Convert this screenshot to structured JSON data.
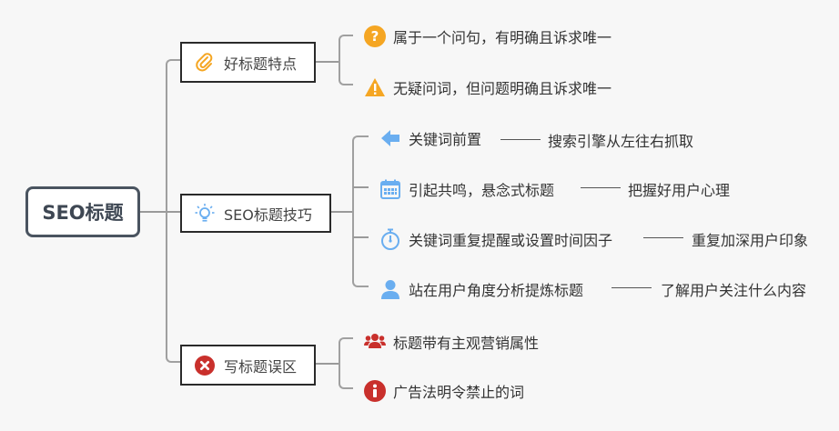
{
  "root": {
    "label": "SEO标题"
  },
  "branches": [
    {
      "label": "好标题特点",
      "icon": "paperclip-icon",
      "leaves": [
        {
          "label": "属于一个问句，有明确且诉求唯一",
          "icon": "question-icon"
        },
        {
          "label": "无疑问词，但问题明确且诉求唯一",
          "icon": "warning-icon"
        }
      ]
    },
    {
      "label": "SEO标题技巧",
      "icon": "lightbulb-icon",
      "leaves": [
        {
          "label": "关键词前置",
          "icon": "arrow-left-icon",
          "note": "搜索引擎从左往右抓取"
        },
        {
          "label": "引起共鸣，悬念式标题",
          "icon": "calendar-icon",
          "note": "把握好用户心理"
        },
        {
          "label": "关键词重复提醒或设置时间因子",
          "icon": "stopwatch-icon",
          "note": "重复加深用户印象"
        },
        {
          "label": "站在用户角度分析提炼标题",
          "icon": "user-icon",
          "note": "了解用户关注什么内容"
        }
      ]
    },
    {
      "label": "写标题误区",
      "icon": "close-circle-icon",
      "leaves": [
        {
          "label": "标题带有主观营销属性",
          "icon": "group-icon"
        },
        {
          "label": "广告法明令禁止的词",
          "icon": "info-icon"
        }
      ]
    }
  ],
  "colors": {
    "orange": "#f5a623",
    "blue": "#6aaef0",
    "red": "#c9302c",
    "root_border": "#4a5460",
    "connector": "#9a9a9a"
  }
}
